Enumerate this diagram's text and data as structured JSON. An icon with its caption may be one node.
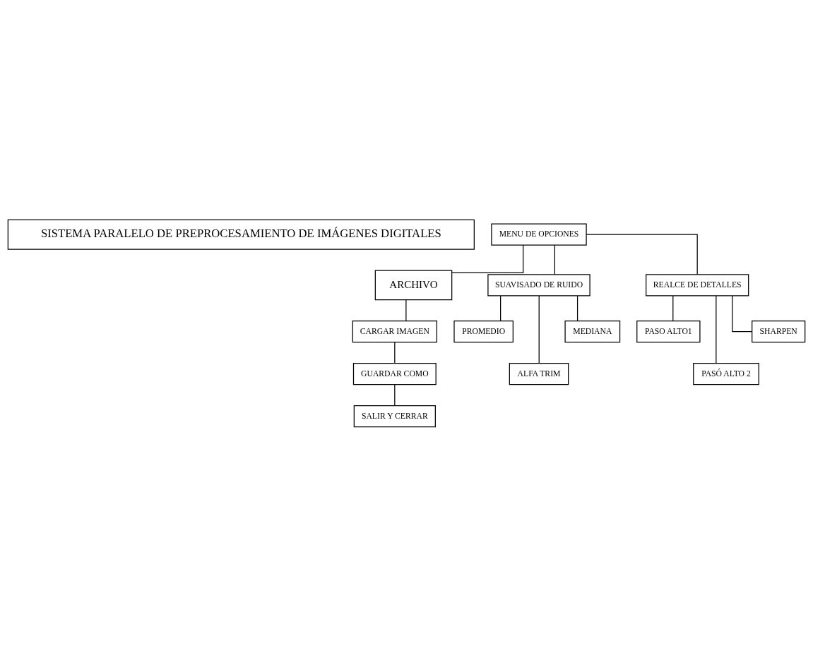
{
  "diagram": {
    "nodes": [
      {
        "text": [
          "SISTEMA PARALELO DE PREPROCESAMIENTO DE IMÁGENES DIGITALES"
        ]
      },
      {
        "text": [
          "MENU DE OPCIONES"
        ]
      },
      {
        "text": [
          "ARCHIVO"
        ]
      },
      {
        "text": [
          "SUAVISADO DE RUIDO"
        ]
      },
      {
        "text": [
          "REALCE DE DETALLES"
        ]
      },
      {
        "text": [
          "CARGAR IMAGEN"
        ]
      },
      {
        "text": [
          "GUARDAR COMO"
        ]
      },
      {
        "text": [
          "SALIR Y CERRAR"
        ]
      },
      {
        "text": [
          "PROMEDIO"
        ]
      },
      {
        "text": [
          "ALFA TRIM"
        ]
      },
      {
        "text": [
          "MEDIANA"
        ]
      },
      {
        "text": [
          "PASO ALTO1"
        ]
      },
      {
        "text": [
          "PASÓ ALTO 2"
        ]
      },
      {
        "text": [
          "SHARPEN"
        ]
      }
    ],
    "edges": [
      {
        "from": 1,
        "to": 2,
        "arrow": "none"
      },
      {
        "from": 1,
        "to": 3,
        "arrow": "none"
      },
      {
        "from": 1,
        "to": 4,
        "arrow": "none"
      },
      {
        "from": 2,
        "to": 5,
        "arrow": "none"
      },
      {
        "from": 5,
        "to": 6,
        "arrow": "none"
      },
      {
        "from": 6,
        "to": 7,
        "arrow": "none"
      },
      {
        "from": 3,
        "to": 8,
        "arrow": "none"
      },
      {
        "from": 3,
        "to": 9,
        "arrow": "none"
      },
      {
        "from": 3,
        "to": 10,
        "arrow": "none"
      },
      {
        "from": 4,
        "to": 11,
        "arrow": "none"
      },
      {
        "from": 4,
        "to": 12,
        "arrow": "none"
      },
      {
        "from": 4,
        "to": 13,
        "arrow": "none"
      }
    ]
  }
}
